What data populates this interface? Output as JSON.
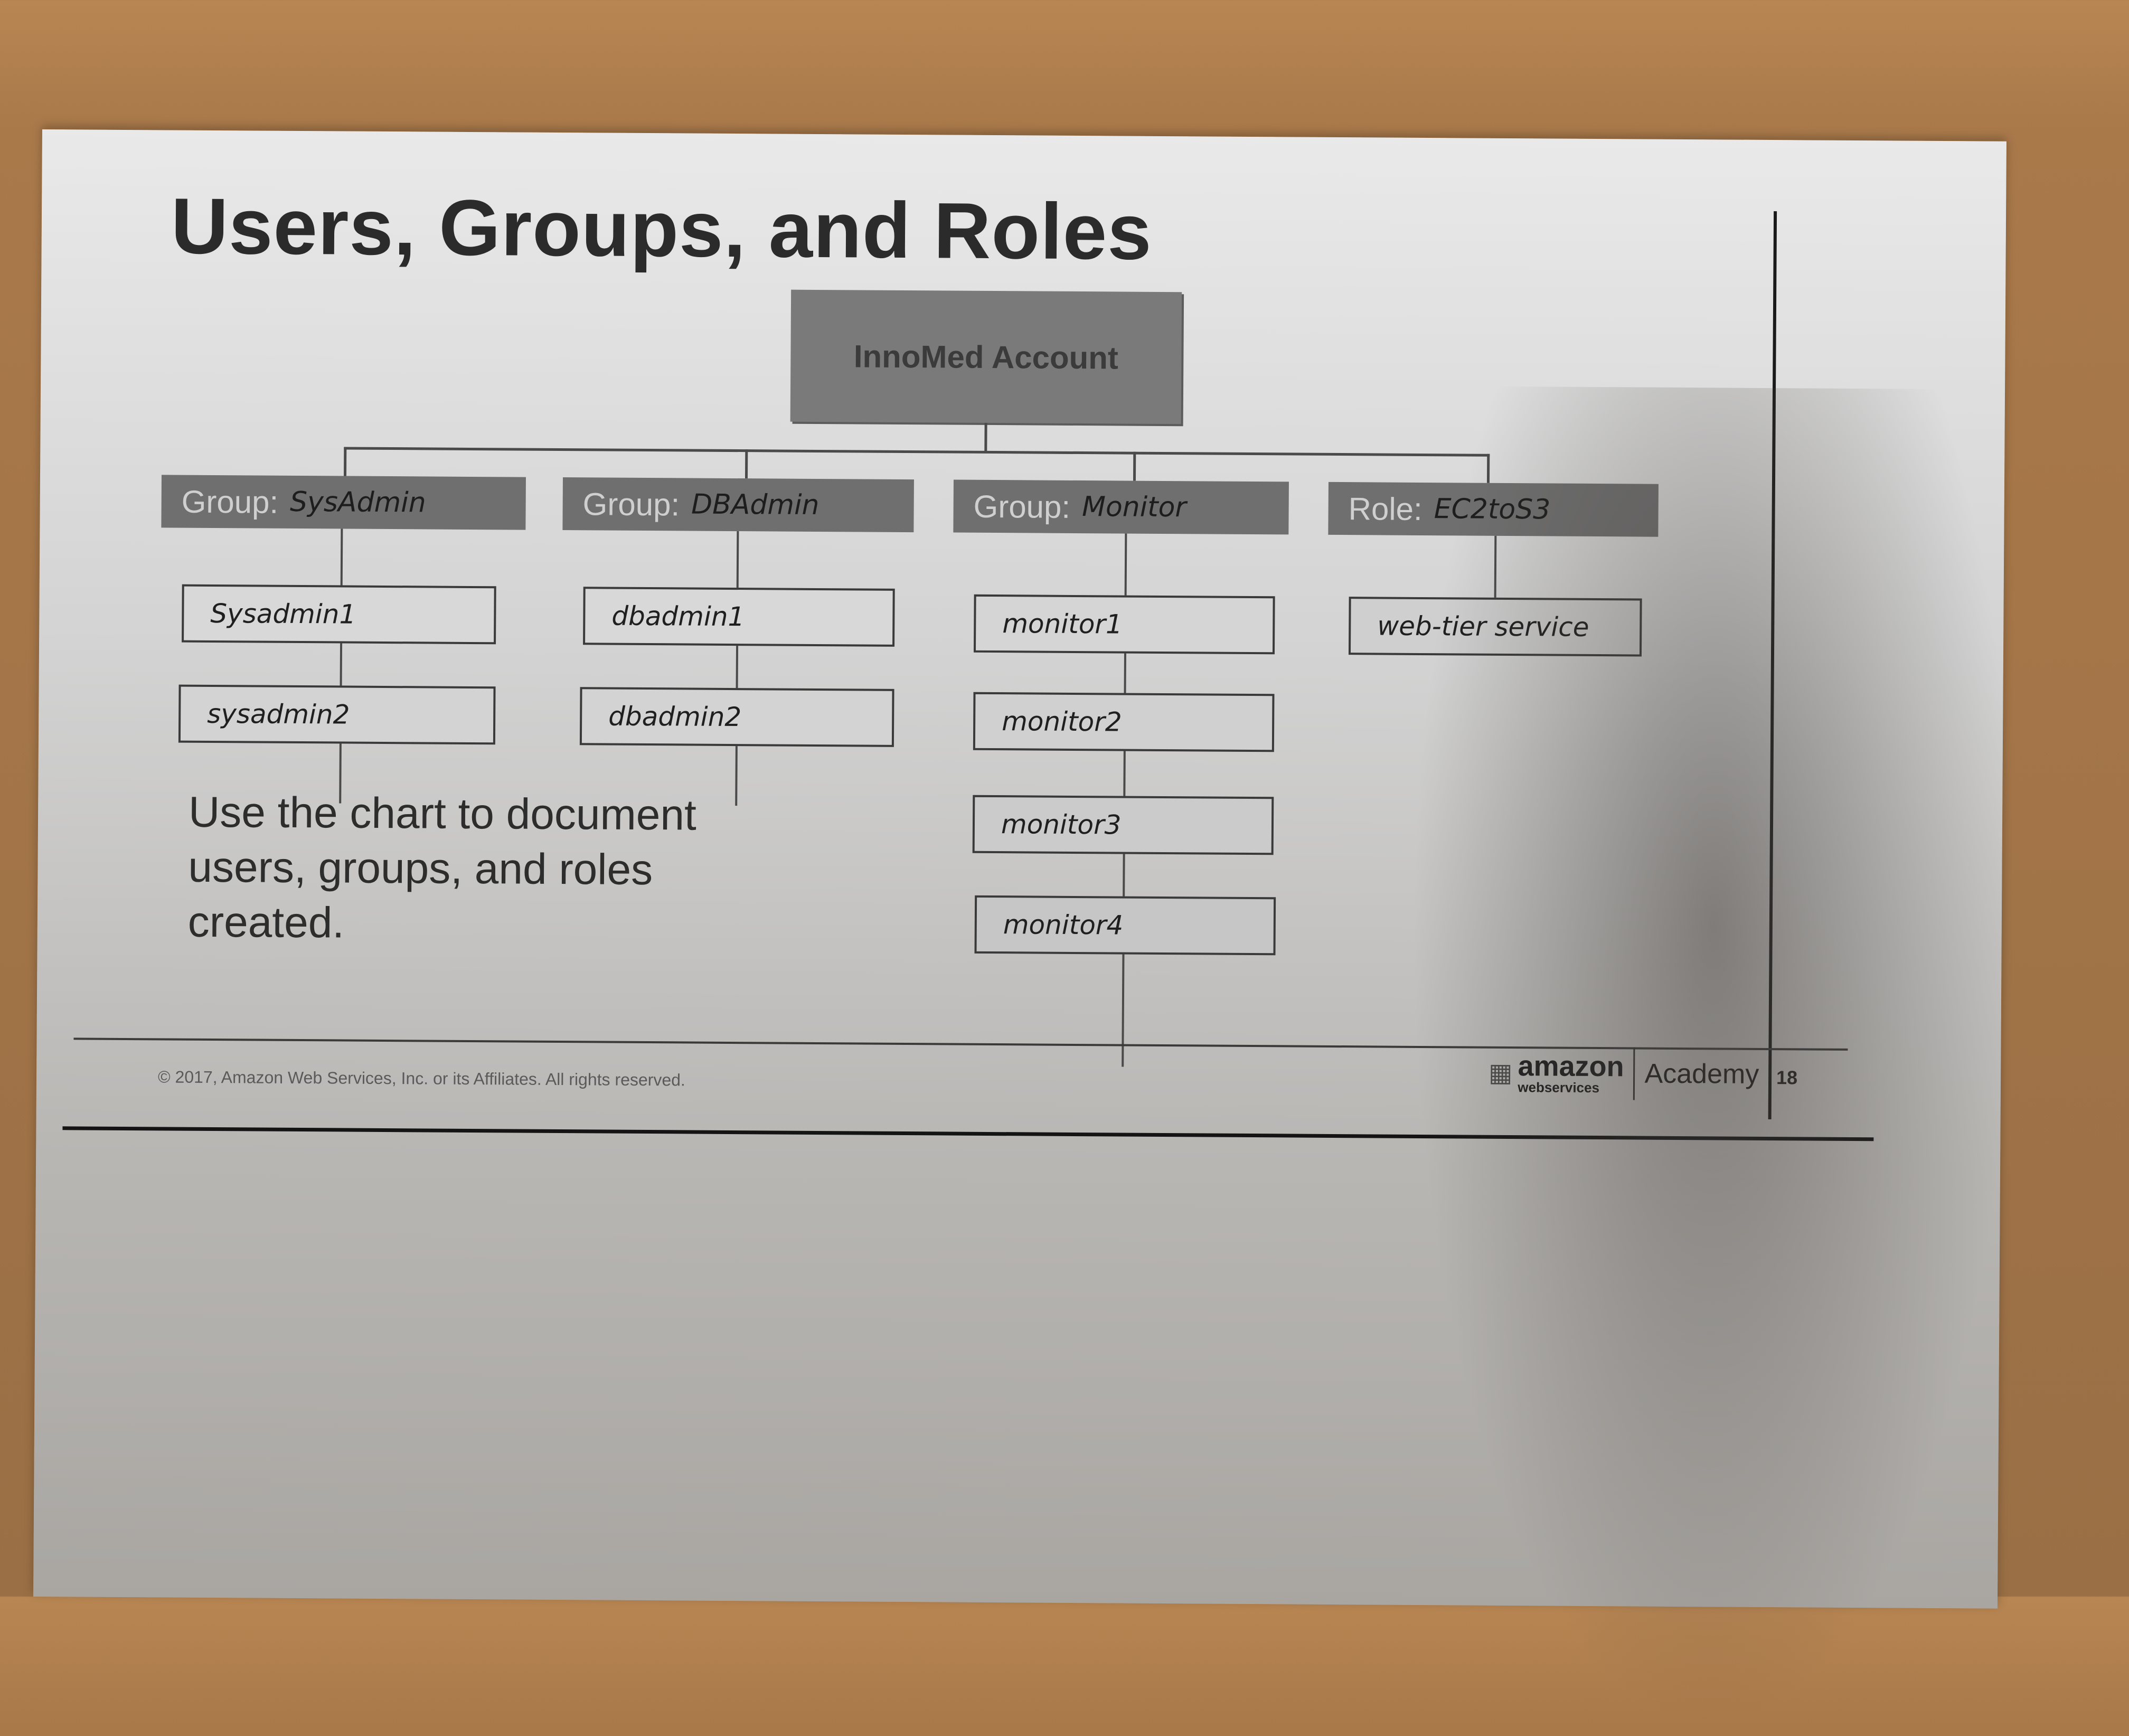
{
  "slide": {
    "title": "Users, Groups, and Roles",
    "account": "InnoMed Account",
    "groups": [
      {
        "prefix": "Group:",
        "name": "SysAdmin",
        "members": [
          "Sysadmin1",
          "sysadmin2"
        ]
      },
      {
        "prefix": "Group:",
        "name": "DBAdmin",
        "members": [
          "dbadmin1",
          "dbadmin2"
        ]
      },
      {
        "prefix": "Group:",
        "name": "Monitor",
        "members": [
          "monitor1",
          "monitor2",
          "monitor3",
          "monitor4"
        ]
      },
      {
        "prefix": "Role:",
        "name": "EC2toS3",
        "members": [
          "web-tier service"
        ]
      }
    ],
    "instructions": "Use the chart to document users, groups, and roles created.",
    "copyright": "© 2017, Amazon Web Services, Inc. or its Affiliates. All rights reserved.",
    "logo": {
      "line1": "amazon",
      "line2": "webservices",
      "product": "Academy"
    },
    "page_number": "18"
  }
}
